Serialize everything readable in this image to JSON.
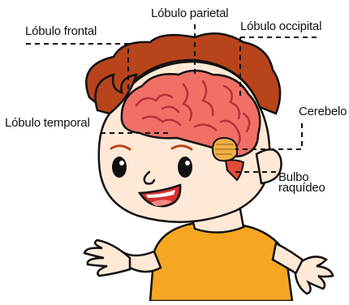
{
  "labels": {
    "frontal": "Lóbulo frontal",
    "parietal": "Lóbulo parietal",
    "occipital": "Lóbulo occipital",
    "temporal": "Lóbulo temporal",
    "cerebelo": "Cerebelo",
    "bulbo_line1": "Bulbo",
    "bulbo_line2": "raquídeo"
  },
  "colors": {
    "hair": "#b8441c",
    "skin": "#ffe9d6",
    "brain": "#f07066",
    "brain_dark": "#b9303a",
    "cerebellum": "#f2b04a",
    "brainstem": "#e24a3a",
    "shirt": "#f6a623",
    "outline": "#111111"
  }
}
